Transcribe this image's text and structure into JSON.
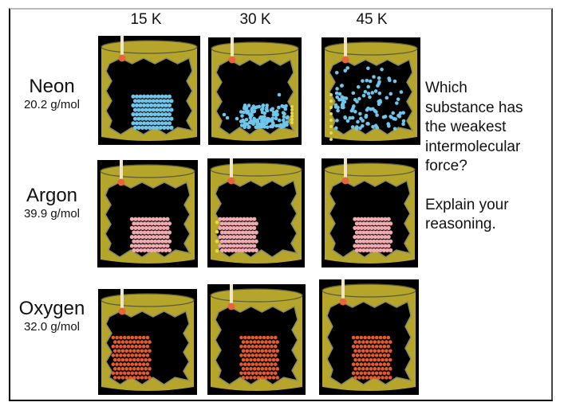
{
  "columns": [
    {
      "label": "15 K"
    },
    {
      "label": "30 K"
    },
    {
      "label": "45 K"
    }
  ],
  "substances": [
    {
      "name": "Neon",
      "molar_mass": "20.2 g/mol",
      "particle_color": "#6fc6ea"
    },
    {
      "name": "Argon",
      "molar_mass": "39.9 g/mol",
      "particle_color": "#f0aab0"
    },
    {
      "name": "Oxygen",
      "molar_mass": "32.0 g/mol",
      "particle_color": "#e85a2c"
    }
  ],
  "panels": [
    {
      "substance": "Neon",
      "temperature": "15 K",
      "state": "solid"
    },
    {
      "substance": "Neon",
      "temperature": "30 K",
      "state": "liquid"
    },
    {
      "substance": "Neon",
      "temperature": "45 K",
      "state": "gas"
    },
    {
      "substance": "Argon",
      "temperature": "15 K",
      "state": "solid"
    },
    {
      "substance": "Argon",
      "temperature": "30 K",
      "state": "solid"
    },
    {
      "substance": "Argon",
      "temperature": "45 K",
      "state": "solid"
    },
    {
      "substance": "Oxygen",
      "temperature": "15 K",
      "state": "solid"
    },
    {
      "substance": "Oxygen",
      "temperature": "30 K",
      "state": "solid"
    },
    {
      "substance": "Oxygen",
      "temperature": "45 K",
      "state": "solid"
    }
  ],
  "question": {
    "line1": "Which",
    "line2": "substance has",
    "line3": "the weakest",
    "line4": "intermolecular",
    "line5": "force?",
    "line6": "Explain your",
    "line7": "reasoning."
  },
  "colors": {
    "container": "#b5a52a",
    "container_dark": "#8a7d1e",
    "thermometer_bulb": "#e8643a",
    "thermometer_stem": "#efe6c8"
  }
}
